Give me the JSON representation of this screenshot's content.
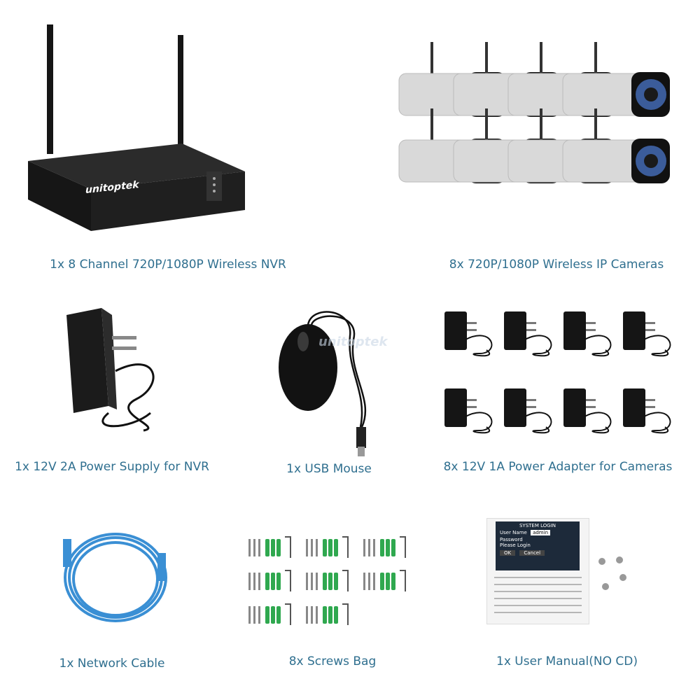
{
  "brand": "unitoptek",
  "items": {
    "nvr": {
      "caption": "1x 8 Channel 720P/1080P Wireless NVR"
    },
    "cameras": {
      "caption": "8x 720P/1080P Wireless IP Cameras",
      "count": 8
    },
    "nvr_power": {
      "caption": "1x 12V 2A Power Supply for NVR"
    },
    "mouse": {
      "caption": "1x USB Mouse"
    },
    "camera_power": {
      "caption": "8x 12V 1A Power Adapter for Cameras",
      "count": 8
    },
    "cable": {
      "caption": "1x Network Cable"
    },
    "screws": {
      "caption": "8x Screws Bag",
      "count": 8
    },
    "manual": {
      "caption": "1x User Manual(NO CD)",
      "dialog_title": "SYSTEM LOGIN",
      "user_label": "User Name",
      "user_value": "admin",
      "password_label": "Password",
      "login_text": "Please Login",
      "ok_label": "OK",
      "cancel_label": "Cancel"
    }
  },
  "colors": {
    "caption": "#2f6f8f",
    "cable": "#3a8fd4",
    "nvr_body": "#1e1e1e",
    "camera_lens": "#3b5c9a"
  }
}
